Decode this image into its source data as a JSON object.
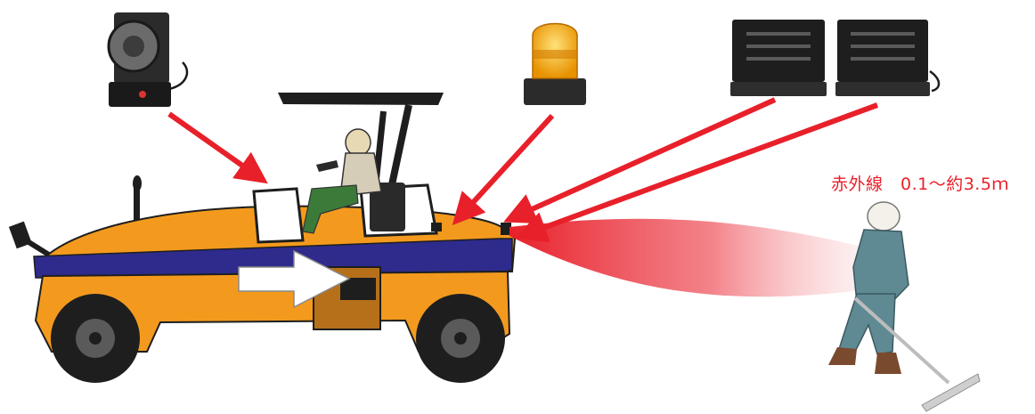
{
  "annotation": {
    "ir_label": "赤外線　0.1〜約3.5ｍ"
  },
  "components": [
    {
      "name": "sensor-unit-icon",
      "role": "controller"
    },
    {
      "name": "rotating-beacon-icon",
      "role": "warning-light"
    },
    {
      "name": "infrared-sensor-icon",
      "role": "sensor-left"
    },
    {
      "name": "infrared-sensor-icon",
      "role": "sensor-right"
    }
  ],
  "colors": {
    "arrow": "#e8202a",
    "vehicle_body": "#f39a1e",
    "vehicle_stripe": "#2e2b8c",
    "beam": "#e8202a",
    "beacon": "#f6a800",
    "device": "#1f1f1f"
  }
}
